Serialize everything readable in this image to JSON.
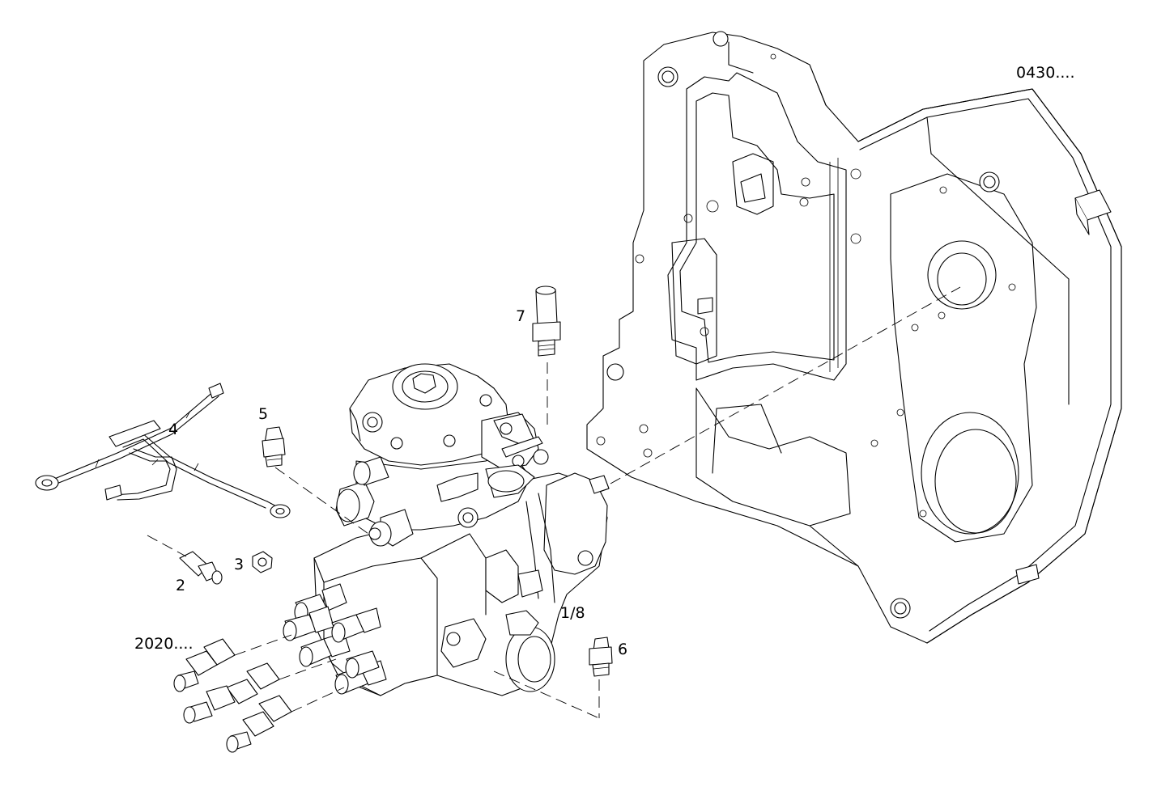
{
  "callouts": {
    "c0430": "0430....",
    "c7": "7",
    "c5": "5",
    "c4": "4",
    "c3": "3",
    "c2": "2",
    "c18": "1/8",
    "c6": "6",
    "c2020": "2020...."
  }
}
